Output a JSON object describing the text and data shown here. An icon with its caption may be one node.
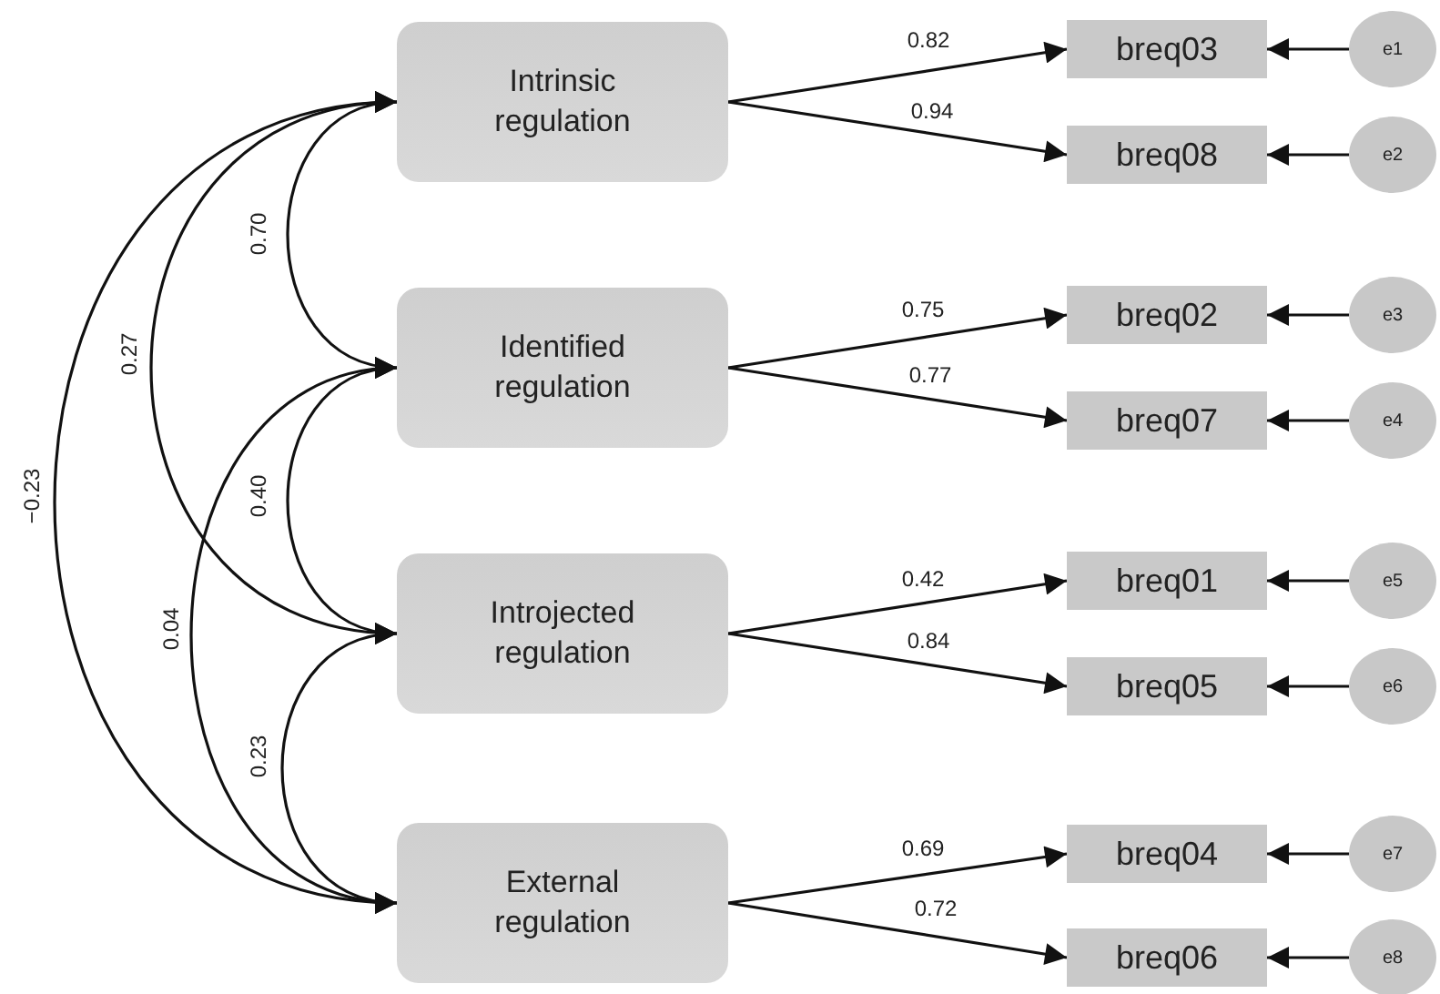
{
  "diagram": {
    "nodes": [
      {
        "text": [
          "Intrinsic regulation"
        ]
      },
      {
        "text": [
          "Identified regulation"
        ]
      },
      {
        "text": [
          "Introjected regulation"
        ]
      },
      {
        "text": [
          "External regulation"
        ]
      },
      {
        "text": [
          "breq03"
        ]
      },
      {
        "text": [
          "breq08"
        ]
      },
      {
        "text": [
          "breq02"
        ]
      },
      {
        "text": [
          "breq07"
        ]
      },
      {
        "text": [
          "breq01"
        ]
      },
      {
        "text": [
          "breq05"
        ]
      },
      {
        "text": [
          "breq04"
        ]
      },
      {
        "text": [
          "breq06"
        ]
      },
      {
        "text": [
          "e1"
        ]
      },
      {
        "text": [
          "e2"
        ]
      },
      {
        "text": [
          "e3"
        ]
      },
      {
        "text": [
          "e4"
        ]
      },
      {
        "text": [
          "e5"
        ]
      },
      {
        "text": [
          "e6"
        ]
      },
      {
        "text": [
          "e7"
        ]
      },
      {
        "text": [
          "e8"
        ]
      }
    ],
    "edges": [
      {
        "from": 0,
        "to": 4,
        "arrow": "to",
        "label": "0.82"
      },
      {
        "from": 0,
        "to": 5,
        "arrow": "to",
        "label": "0.94"
      },
      {
        "from": 1,
        "to": 6,
        "arrow": "to",
        "label": "0.75"
      },
      {
        "from": 1,
        "to": 7,
        "arrow": "to",
        "label": "0.77"
      },
      {
        "from": 2,
        "to": 8,
        "arrow": "to",
        "label": "0.42"
      },
      {
        "from": 2,
        "to": 9,
        "arrow": "to",
        "label": "0.84"
      },
      {
        "from": 3,
        "to": 10,
        "arrow": "to",
        "label": "0.69"
      },
      {
        "from": 3,
        "to": 11,
        "arrow": "to",
        "label": "0.72"
      },
      {
        "from": 12,
        "to": 4,
        "arrow": "to"
      },
      {
        "from": 13,
        "to": 5,
        "arrow": "to"
      },
      {
        "from": 14,
        "to": 6,
        "arrow": "to"
      },
      {
        "from": 15,
        "to": 7,
        "arrow": "to"
      },
      {
        "from": 16,
        "to": 8,
        "arrow": "to"
      },
      {
        "from": 17,
        "to": 9,
        "arrow": "to"
      },
      {
        "from": 18,
        "to": 10,
        "arrow": "to"
      },
      {
        "from": 19,
        "to": 11,
        "arrow": "to"
      },
      {
        "from": 0,
        "to": 1,
        "arrow": "both",
        "label": "0.70"
      },
      {
        "from": 0,
        "to": 2,
        "arrow": "both",
        "label": "0.27"
      },
      {
        "from": 0,
        "to": 3,
        "arrow": "both",
        "label": "−0.23"
      },
      {
        "from": 1,
        "to": 2,
        "arrow": "both",
        "label": "0.40"
      },
      {
        "from": 1,
        "to": 3,
        "arrow": "both",
        "label": "0.04"
      },
      {
        "from": 2,
        "to": 3,
        "arrow": "both",
        "label": "0.23"
      }
    ]
  }
}
